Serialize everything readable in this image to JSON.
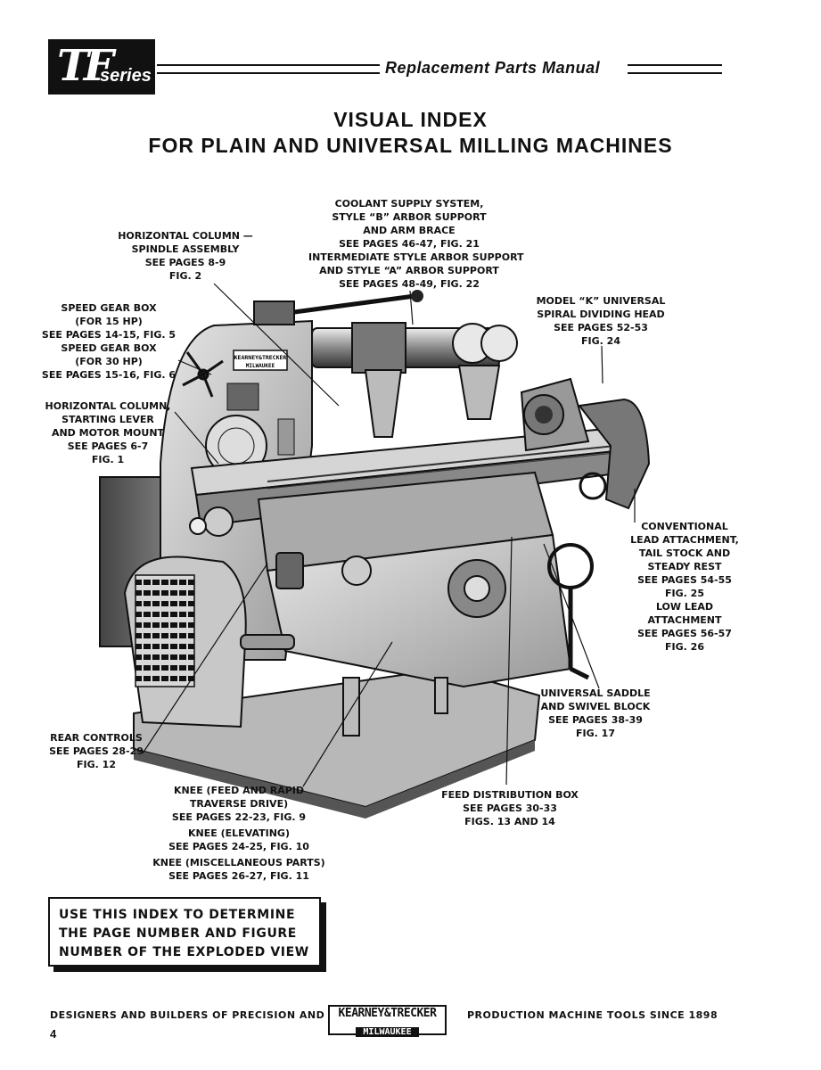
{
  "header": {
    "logo_tf": "TF",
    "logo_series": "series",
    "manual_title": "Replacement Parts Manual"
  },
  "title": {
    "line1": "VISUAL INDEX",
    "line2": "FOR PLAIN AND UNIVERSAL MILLING MACHINES"
  },
  "callouts": {
    "coolant": [
      "COOLANT SUPPLY SYSTEM,",
      "STYLE “B” ARBOR SUPPORT",
      "AND ARM BRACE",
      "SEE PAGES 46-47, FIG. 21",
      "INTERMEDIATE STYLE ARBOR SUPPORT",
      "AND STYLE “A” ARBOR SUPPORT",
      "SEE PAGES 48-49, FIG. 22"
    ],
    "spindle": [
      "HORIZONTAL COLUMN —",
      "SPINDLE ASSEMBLY",
      "SEE PAGES 8-9",
      "FIG. 2"
    ],
    "speed_gear": [
      "SPEED GEAR BOX",
      "(FOR 15 HP)",
      "SEE PAGES 14-15, FIG. 5",
      "SPEED GEAR BOX",
      "(FOR 30 HP)",
      "SEE PAGES 15-16, FIG. 6"
    ],
    "starting_lever": [
      "HORIZONTAL COLUMN,",
      "STARTING LEVER",
      "AND MOTOR MOUNT",
      "SEE PAGES 6-7",
      "FIG. 1"
    ],
    "dividing_head": [
      "MODEL “K” UNIVERSAL",
      "SPIRAL DIVIDING HEAD",
      "SEE PAGES 52-53",
      "FIG. 24"
    ],
    "lead_attachment": [
      "CONVENTIONAL",
      "LEAD ATTACHMENT,",
      "TAIL STOCK AND",
      "STEADY REST",
      "SEE PAGES 54-55",
      "FIG. 25",
      "LOW LEAD",
      "ATTACHMENT",
      "SEE PAGES 56-57",
      "FIG. 26"
    ],
    "saddle": [
      "UNIVERSAL SADDLE",
      "AND SWIVEL BLOCK",
      "SEE PAGES 38-39",
      "FIG. 17"
    ],
    "rear_controls": [
      "REAR CONTROLS",
      "SEE PAGES 28-29",
      "FIG. 12"
    ],
    "knee": [
      "KNEE (FEED AND RAPID",
      "TRAVERSE DRIVE)",
      "SEE PAGES 22-23, FIG. 9",
      "KNEE (ELEVATING)",
      "SEE PAGES 24-25, FIG. 10",
      "KNEE (MISCELLANEOUS PARTS)",
      "SEE PAGES 26-27, FIG. 11"
    ],
    "feed_box": [
      "FEED DISTRIBUTION BOX",
      "SEE PAGES 30-33",
      "FIGS. 13 AND 14"
    ]
  },
  "note": [
    "USE THIS INDEX TO DETERMINE",
    "THE PAGE NUMBER AND FIGURE",
    "NUMBER OF THE EXPLODED VIEW"
  ],
  "machine_plate": {
    "line1": "KEARNEY&TRECKER",
    "line2": "MILWAUKEE"
  },
  "footer": {
    "left": "DESIGNERS AND BUILDERS OF PRECISION AND",
    "badge_top": "KEARNEY&TRECKER",
    "badge_bottom": "MILWAUKEE",
    "right": "PRODUCTION MACHINE TOOLS SINCE 1898",
    "page_number": "4"
  }
}
